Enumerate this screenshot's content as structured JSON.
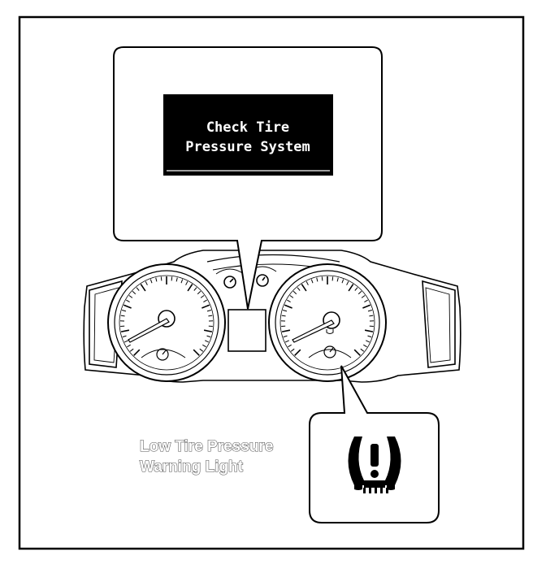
{
  "display_message": {
    "line1": "Check Tire",
    "line2": "Pressure System"
  },
  "warning_light_label": {
    "line1": "Low Tire Pressure",
    "line2": "Warning Light"
  },
  "warning_icon": "tire-pressure-warning-icon",
  "colors": {
    "outline": "#000000",
    "lcd_background": "#000000",
    "lcd_text": "#ffffff",
    "caption_outline": "#555555"
  }
}
